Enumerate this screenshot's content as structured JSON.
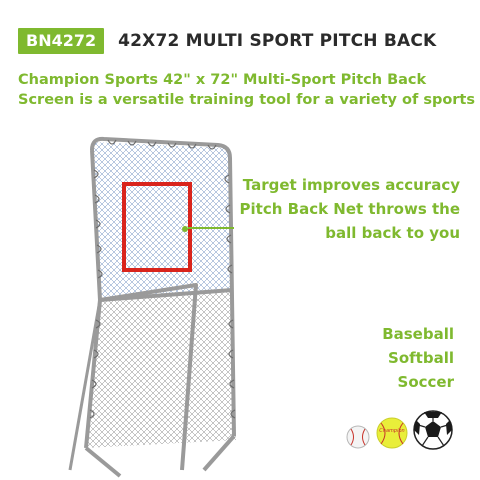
{
  "header": {
    "badge": "BN4272",
    "title": "42X72 MULTI SPORT PITCH BACK"
  },
  "description": {
    "line1": "Champion Sports 42\" x 72\" Multi-Sport Pitch Back",
    "line2": "Screen is a versatile training tool for a variety of sports"
  },
  "features": {
    "line1": "Target improves accuracy",
    "line2": "Pitch Back Net throws the",
    "line3": "ball back to you"
  },
  "sports": {
    "line1": "Baseball",
    "line2": "Softball",
    "line3": "Soccer"
  },
  "balls": {
    "softball_logo": "Champion"
  },
  "colors": {
    "accent": "#7fb92f",
    "target": "#d9241c",
    "net_upper": "#3a6fb0",
    "frame": "#9a9a9a"
  }
}
